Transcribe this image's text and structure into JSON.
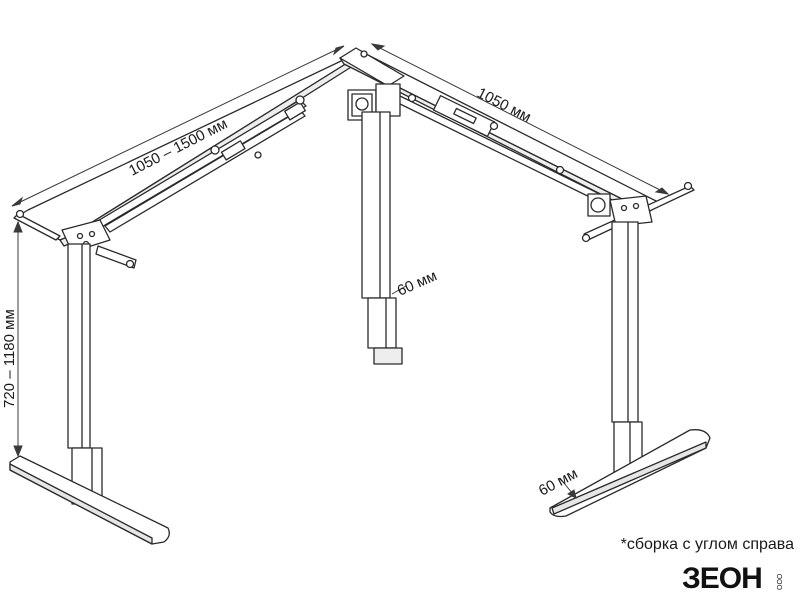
{
  "dimensions": {
    "width_range": "1050 – 1500 мм",
    "side_length": "1050 мм",
    "height_range": "720 – 1180 мм",
    "leg_profile": "60 мм",
    "foot_profile": "60 мм"
  },
  "footnote": "*сборка с углом справа",
  "logo": {
    "text": "ЗЕОН",
    "tagline": "ООО"
  },
  "colors": {
    "line": "#2a2a2a",
    "fill": "#ffffff",
    "shade": "#e6e6e6"
  }
}
